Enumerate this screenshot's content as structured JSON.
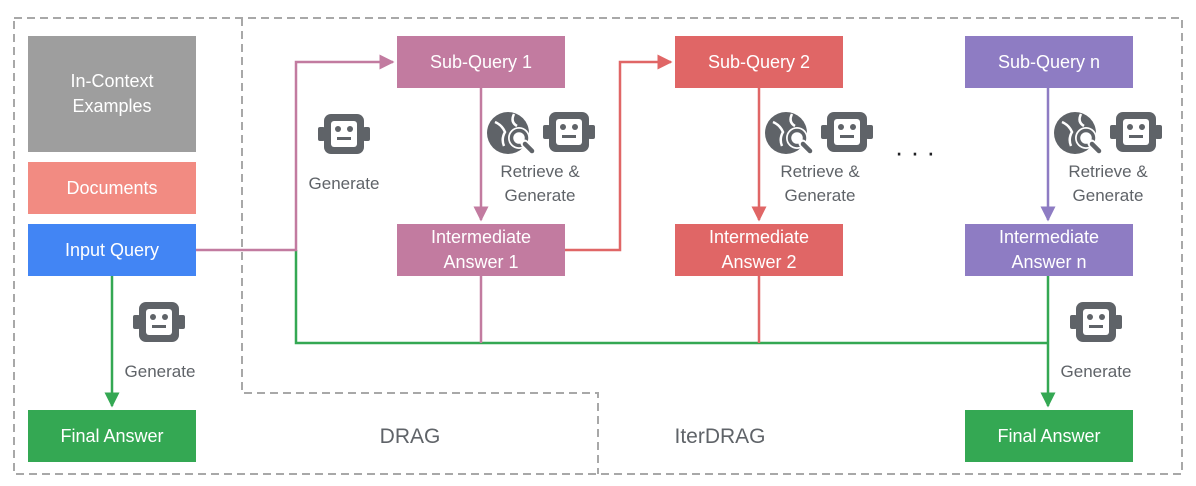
{
  "boxes": {
    "in_context": "In-Context\nExamples",
    "documents": "Documents",
    "input_query": "Input Query",
    "final_answer_left": "Final Answer",
    "sub_query_1": "Sub-Query 1",
    "intermediate_answer_1": "Intermediate\nAnswer 1",
    "sub_query_2": "Sub-Query 2",
    "intermediate_answer_2": "Intermediate\nAnswer 2",
    "sub_query_n": "Sub-Query n",
    "intermediate_answer_n": "Intermediate\nAnswer n",
    "final_answer_right": "Final Answer"
  },
  "labels": {
    "generate_left": "Generate",
    "generate_drag": "Generate",
    "retrieve_generate_1": "Retrieve &\nGenerate",
    "retrieve_generate_2": "Retrieve &\nGenerate",
    "retrieve_generate_n": "Retrieve &\nGenerate",
    "generate_right": "Generate",
    "ellipsis": "· · ·",
    "drag_region": "DRAG",
    "iterdrag_region": "IterDRAG"
  },
  "colors": {
    "gray": "#9e9e9e",
    "documents": "#f28b82",
    "input": "#4285f4",
    "final": "#34a853",
    "step1": "#c27ba0",
    "step2": "#e06666",
    "stepn": "#8e7cc3",
    "icon": "#5f6368"
  },
  "icons": [
    "robot-icon",
    "web-search-icon"
  ]
}
